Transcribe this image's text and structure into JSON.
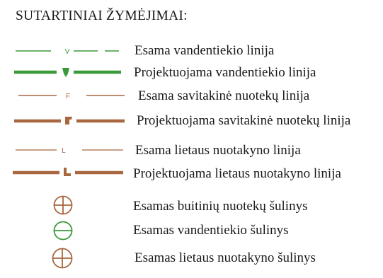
{
  "title": "SUTARTINIAI ŽYMĖJIMAI:",
  "colors": {
    "water": "#3a9a3a",
    "sewer": "#a8673e"
  },
  "items": [
    {
      "label": "Esama vandentiekio linija",
      "symbol_letter": "V",
      "kind": "existing-water-line"
    },
    {
      "label": "Projektuojama vandentiekio linija",
      "kind": "projected-water-line"
    },
    {
      "label": "Esama savitakinė nuotekų linija",
      "symbol_letter": "F",
      "kind": "existing-gravity-sewer-line"
    },
    {
      "label": "Projektuojama savitakinė nuotekų linija",
      "kind": "projected-gravity-sewer-line"
    },
    {
      "label": "Esama lietaus nuotakyno linija",
      "symbol_letter": "L",
      "kind": "existing-storm-line"
    },
    {
      "label": "Projektuojama lietaus nuotakyno linija",
      "kind": "projected-storm-line"
    },
    {
      "label": "Esamas buitinių nuotekų šulinys",
      "kind": "domestic-sewer-manhole"
    },
    {
      "label": "Esamas vandentiekio šulinys",
      "kind": "water-manhole"
    },
    {
      "label": "Esamas lietaus nuotakyno šulinys",
      "kind": "storm-manhole"
    }
  ]
}
